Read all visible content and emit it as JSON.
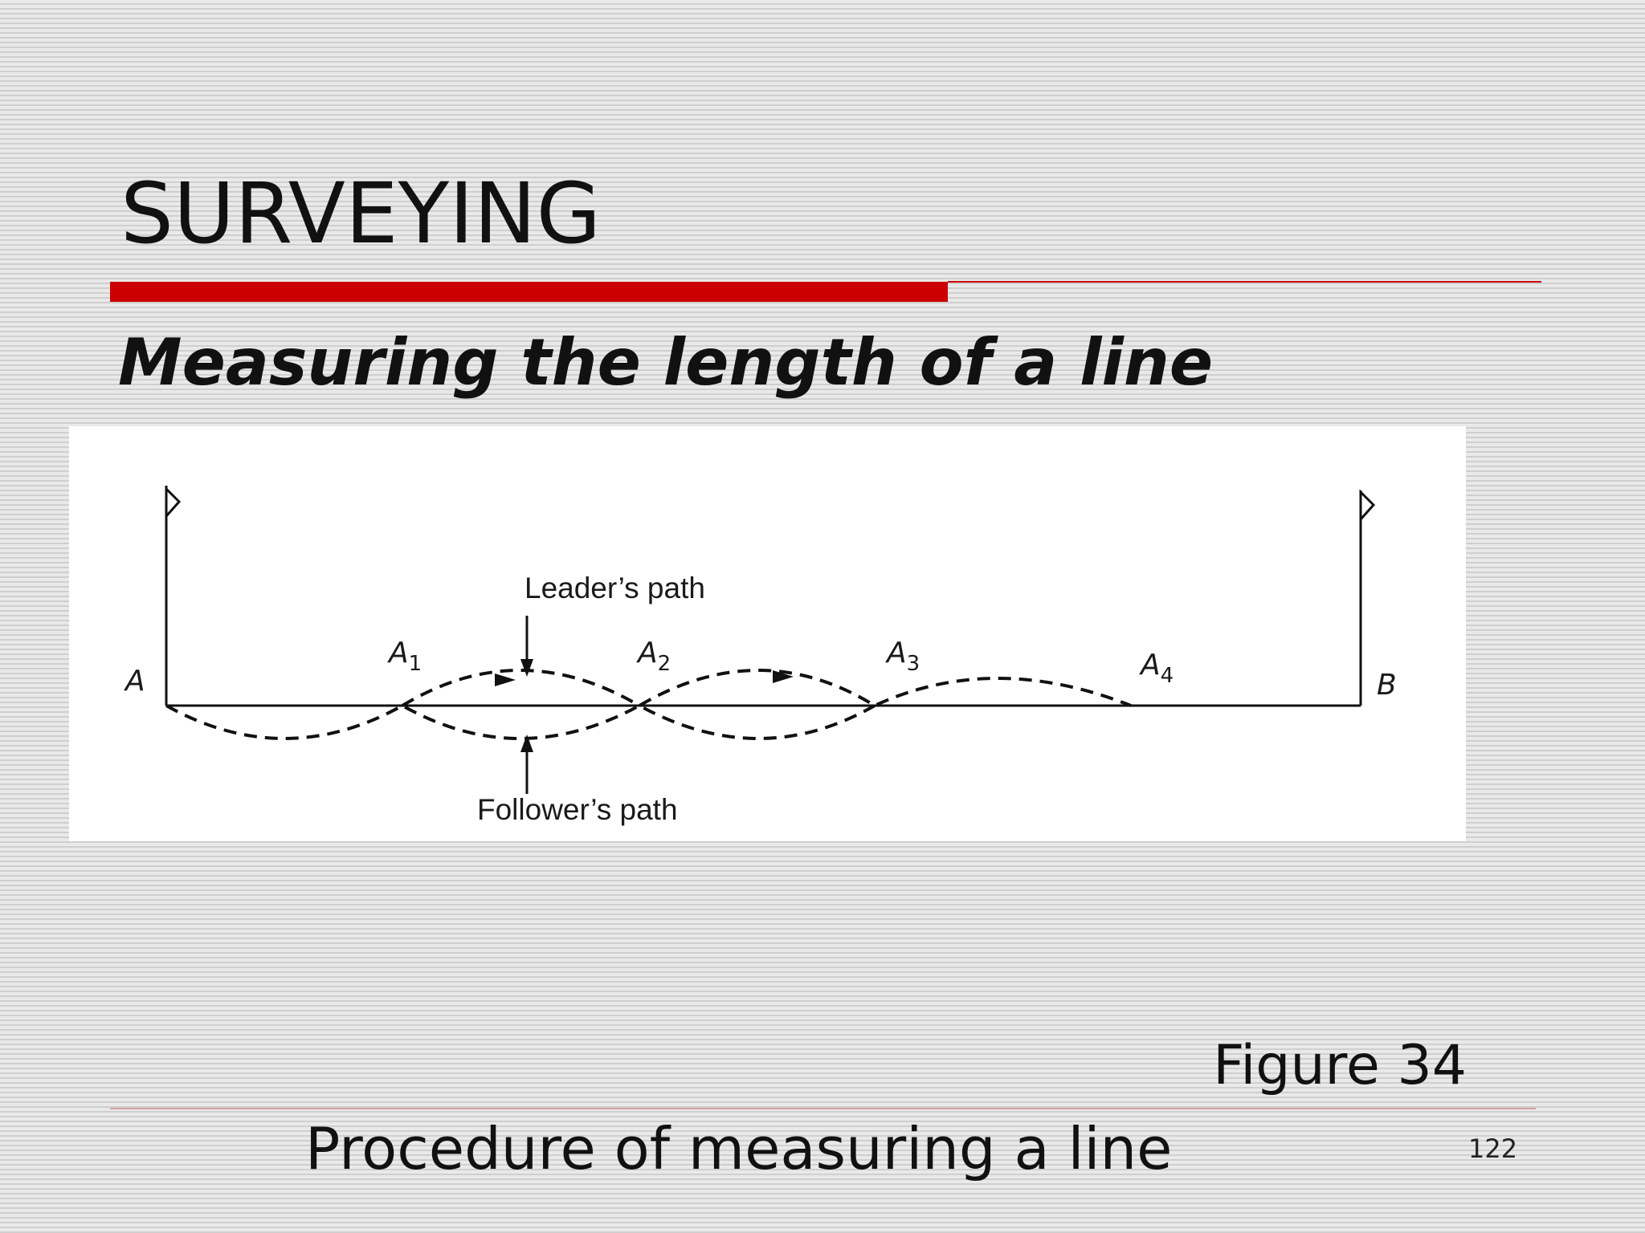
{
  "slide": {
    "title": "SURVEYING",
    "subtitle": "Measuring the length of a line",
    "figure_number": "Figure 34",
    "caption": "Procedure of measuring a line",
    "page_number": "122",
    "accent_color": "#cc0000"
  },
  "diagram": {
    "leader_label": "Leader’s path",
    "follower_label": "Follower’s path",
    "points": {
      "start": "A",
      "end": "B",
      "p1": {
        "letter": "A",
        "sub": "1"
      },
      "p2": {
        "letter": "A",
        "sub": "2"
      },
      "p3": {
        "letter": "A",
        "sub": "3"
      },
      "p4": {
        "letter": "A",
        "sub": "4"
      }
    }
  }
}
